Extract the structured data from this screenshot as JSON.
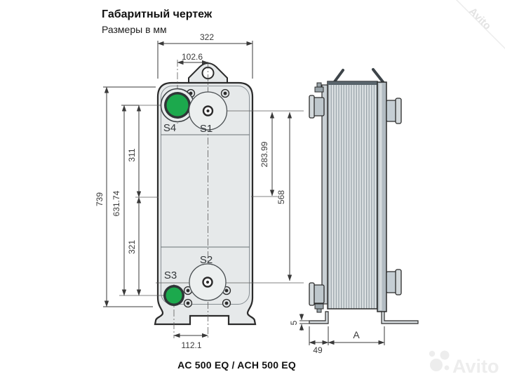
{
  "header": {
    "title": "Габаритный чертеж",
    "subtitle": "Размеры в мм"
  },
  "footer": {
    "model": "AC 500 EQ / ACH 500 EQ"
  },
  "watermarks": {
    "corner_text": "Avito",
    "logo_text": "Avito"
  },
  "front_view": {
    "ports": {
      "s1": "S1",
      "s2": "S2",
      "s3": "S3",
      "s4": "S4"
    },
    "dimensions": {
      "overall_width": "322",
      "port_offset_top": "102.6",
      "overall_height": "739",
      "port_span_left": "631.74",
      "upper_half": "311",
      "lower_half": "321",
      "upper_half_right": "283.99",
      "port_span_right": "568",
      "port_offset_bottom": "112.1"
    }
  },
  "side_view": {
    "dimensions": {
      "foot_plate_thickness": "5",
      "foot_overhang": "49",
      "stack_length": "A"
    }
  },
  "colors": {
    "port_green": "#1ca94d",
    "body_fill": "#e6e9ea",
    "outline": "#2b2b2b",
    "dimension": "#3a3a3a",
    "watermark": "#ededed"
  }
}
